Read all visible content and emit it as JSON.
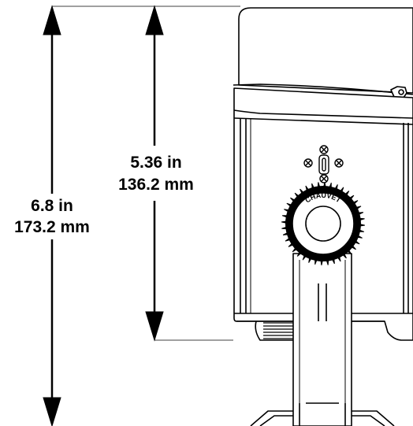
{
  "dimensions": {
    "overall": {
      "imperial": "6.8 in",
      "metric": "173.2 mm"
    },
    "body": {
      "imperial": "5.36 in",
      "metric": "136.2 mm"
    }
  },
  "logo_text": "CHAUVET",
  "colors": {
    "line": "#000000",
    "background": "#ffffff",
    "fixture_fill": "#ffffff"
  }
}
